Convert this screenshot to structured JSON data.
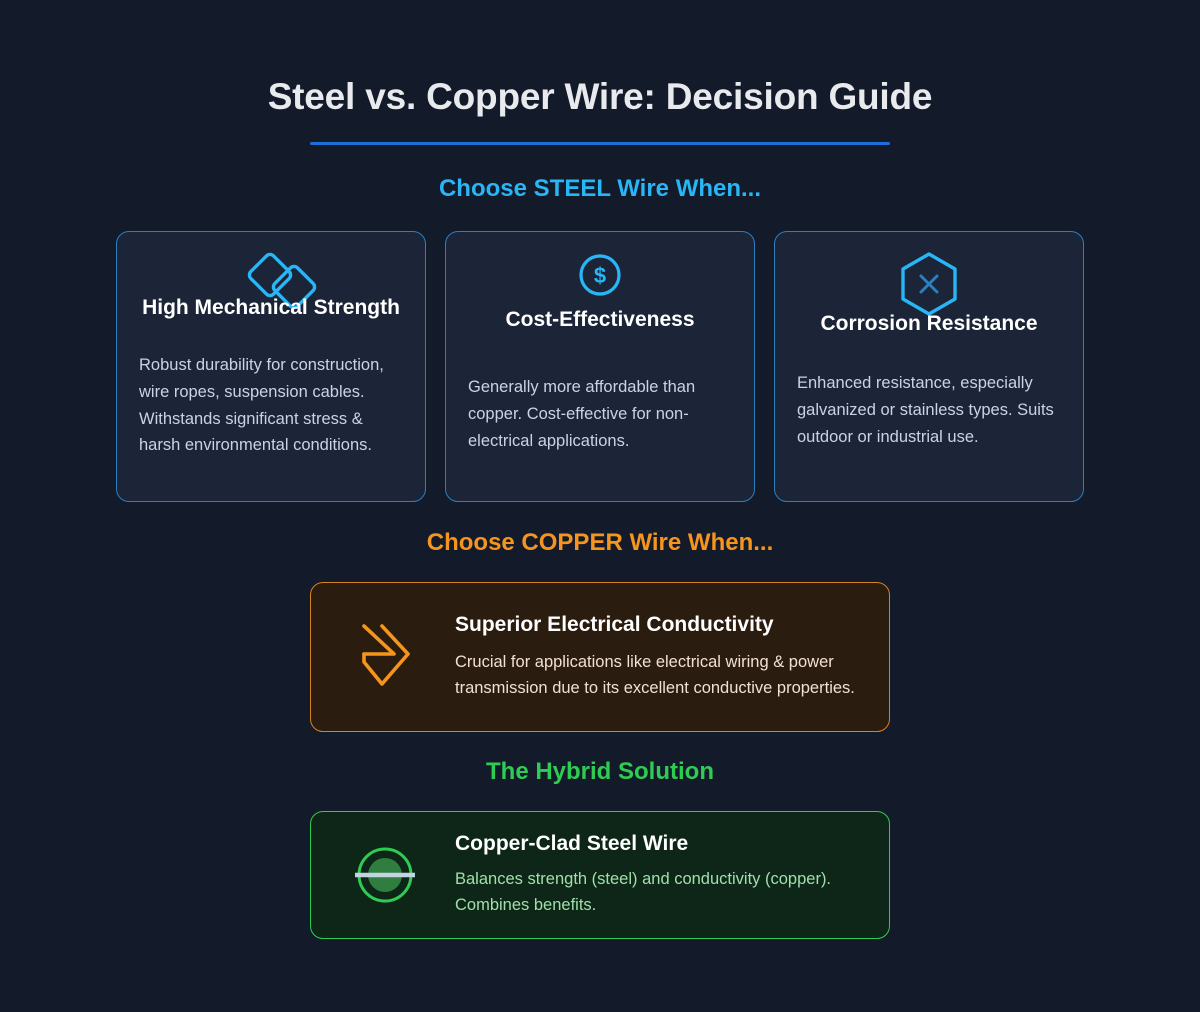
{
  "header": {
    "title": "Steel vs. Copper Wire: Decision Guide",
    "rule_color": "#1e6fd9"
  },
  "theme": {
    "background": "#131a2a",
    "steel_accent": "#29b6f6",
    "steel_border": "#2a7fc0",
    "steel_card_bg": "#1c2437",
    "copper_accent": "#f5951e",
    "copper_border": "#d9821e",
    "copper_card_bg": "#2a1c0e",
    "hybrid_accent": "#2ecc52",
    "hybrid_card_bg": "#0d2617",
    "title_color": "#e8eaed",
    "body_color": "#c8d4e4"
  },
  "steel_section": {
    "heading": "Choose STEEL Wire When...",
    "cards": [
      {
        "icon": "chain-links-icon",
        "title": "High Mechanical Strength",
        "body": "Robust durability for construction, wire ropes, suspension cables. Withstands significant stress & harsh environmental conditions."
      },
      {
        "icon": "dollar-coin-icon",
        "title": "Cost-Effectiveness",
        "body": "Generally more affordable than copper. Cost-effective for non-electrical applications."
      },
      {
        "icon": "hexagon-shield-x-icon",
        "title": "Corrosion Resistance",
        "body": "Enhanced resistance, especially galvanized or stainless types. Suits outdoor or industrial use."
      }
    ]
  },
  "copper_section": {
    "heading": "Choose COPPER Wire When...",
    "card": {
      "icon": "lightning-bolt-icon",
      "title": "Superior Electrical Conductivity",
      "body": "Crucial for applications like electrical wiring & power transmission due to its excellent conductive properties."
    }
  },
  "hybrid_section": {
    "heading": "The Hybrid Solution",
    "card": {
      "icon": "clad-wire-cross-section-icon",
      "title": "Copper-Clad Steel Wire",
      "body": "Balances strength (steel) and conductivity (copper). Combines benefits."
    }
  }
}
